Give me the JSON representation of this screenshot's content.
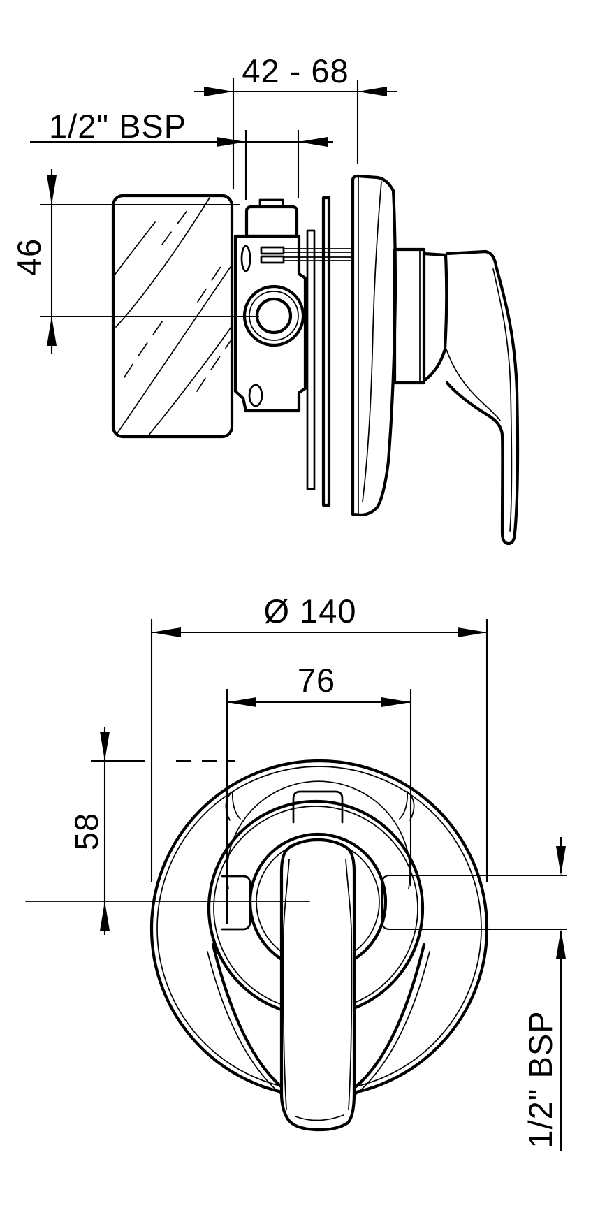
{
  "drawing": {
    "side_view": {
      "depth_range_label": "42 - 68",
      "inlet_thread_label": "1/2\" BSP",
      "vertical_offset_label": "46"
    },
    "front_view": {
      "plate_diameter_label": "Ø 140",
      "dome_width_label": "76",
      "center_height_label": "58",
      "outlet_thread_label": "1/2\" BSP"
    },
    "colors": {
      "line": "#000000",
      "background": "#ffffff"
    }
  }
}
